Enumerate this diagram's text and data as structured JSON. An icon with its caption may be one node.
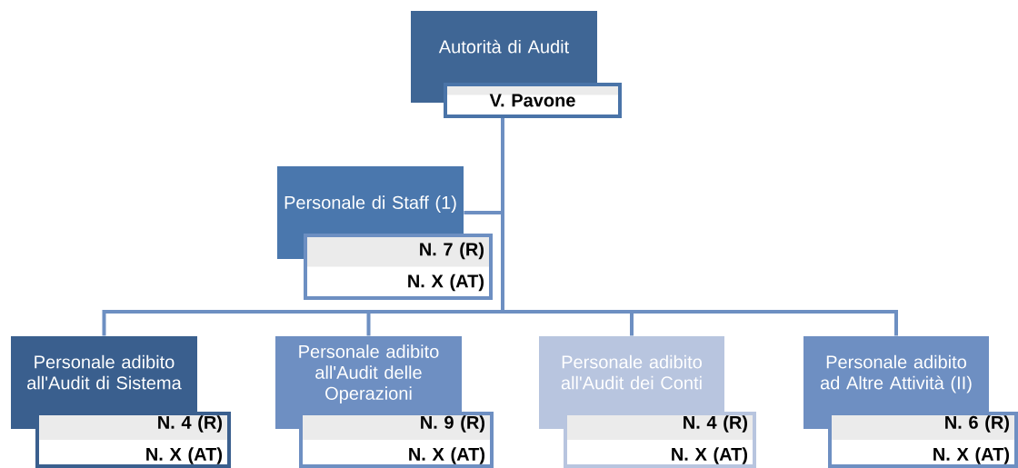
{
  "diagram": {
    "nodes": [
      {
        "text": [
          "Autorità di Audit"
        ]
      },
      {
        "text": [
          "V. Pavone"
        ]
      },
      {
        "text": [
          "Personale di Staff (1)"
        ]
      },
      {
        "text": [
          "N. 7 (R)",
          "N. X (AT)"
        ]
      },
      {
        "text": [
          "Personale adibito all'Audit di Sistema"
        ]
      },
      {
        "text": [
          "N. 4 (R)",
          "N. X (AT)"
        ]
      },
      {
        "text": [
          "Personale adibito all'Audit delle Operazioni"
        ]
      },
      {
        "text": [
          "N. 9 (R)",
          "N. X (AT)"
        ]
      },
      {
        "text": [
          "Personale adibito all'Audit dei Conti"
        ]
      },
      {
        "text": [
          "N. 4 (R)",
          "N. X (AT)"
        ]
      },
      {
        "text": [
          "Personale adibito ad Altre Attività (II)"
        ]
      },
      {
        "text": [
          "N. 6 (R)",
          "N. X (AT)"
        ]
      }
    ],
    "edges": [
      {
        "from": 1,
        "to": 2,
        "arrow": "none"
      },
      {
        "from": 1,
        "to": 4,
        "arrow": "none"
      },
      {
        "from": 1,
        "to": 6,
        "arrow": "none"
      },
      {
        "from": 1,
        "to": 8,
        "arrow": "none"
      },
      {
        "from": 1,
        "to": 10,
        "arrow": "none"
      }
    ]
  }
}
